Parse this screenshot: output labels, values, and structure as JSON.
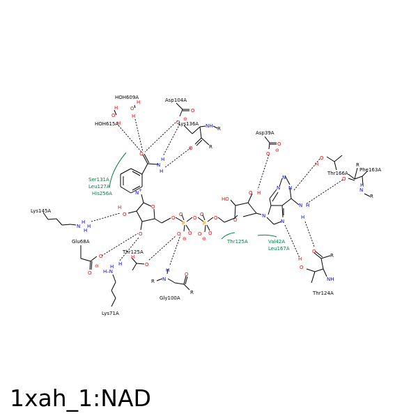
{
  "title": "1xah_1:NAD",
  "residues": {
    "hoh609": "HOH609A",
    "hoh615": "HOH615A",
    "asp104": "Asp104A",
    "lys136": "Lys136A",
    "asp39": "Asp39A",
    "lys145": "Lys145A",
    "glu68": "Glu68A",
    "thr125_a": "Thr125A",
    "lys71": "Lys71A",
    "gly100": "Gly100A",
    "thr166": "Thr166A",
    "phe163": "Phe163A",
    "thr124": "Thr124A"
  },
  "hydrophobic": {
    "ser131": "Ser131A",
    "leu127": "Leu127A",
    "his256": "His256A",
    "thr125_b": "Thr125A",
    "val42": "Val42A",
    "leu167": "Leu167A"
  },
  "atoms": {
    "O": "O",
    "H": "H",
    "N": "N",
    "P": "P",
    "R": "R",
    "HO": "HO",
    "Nplus": "N",
    "plus": "+",
    "minus": "⊖",
    "HNplus": "H–N",
    "HN": "HN",
    "NH": "NH",
    "H2N": "H₂N"
  },
  "colors": {
    "oxygen": "#ff0000",
    "nitrogen": "#0000ff",
    "phosphorus": "#ff8000",
    "hydrophobic": "#008040",
    "bond": "#000000"
  }
}
